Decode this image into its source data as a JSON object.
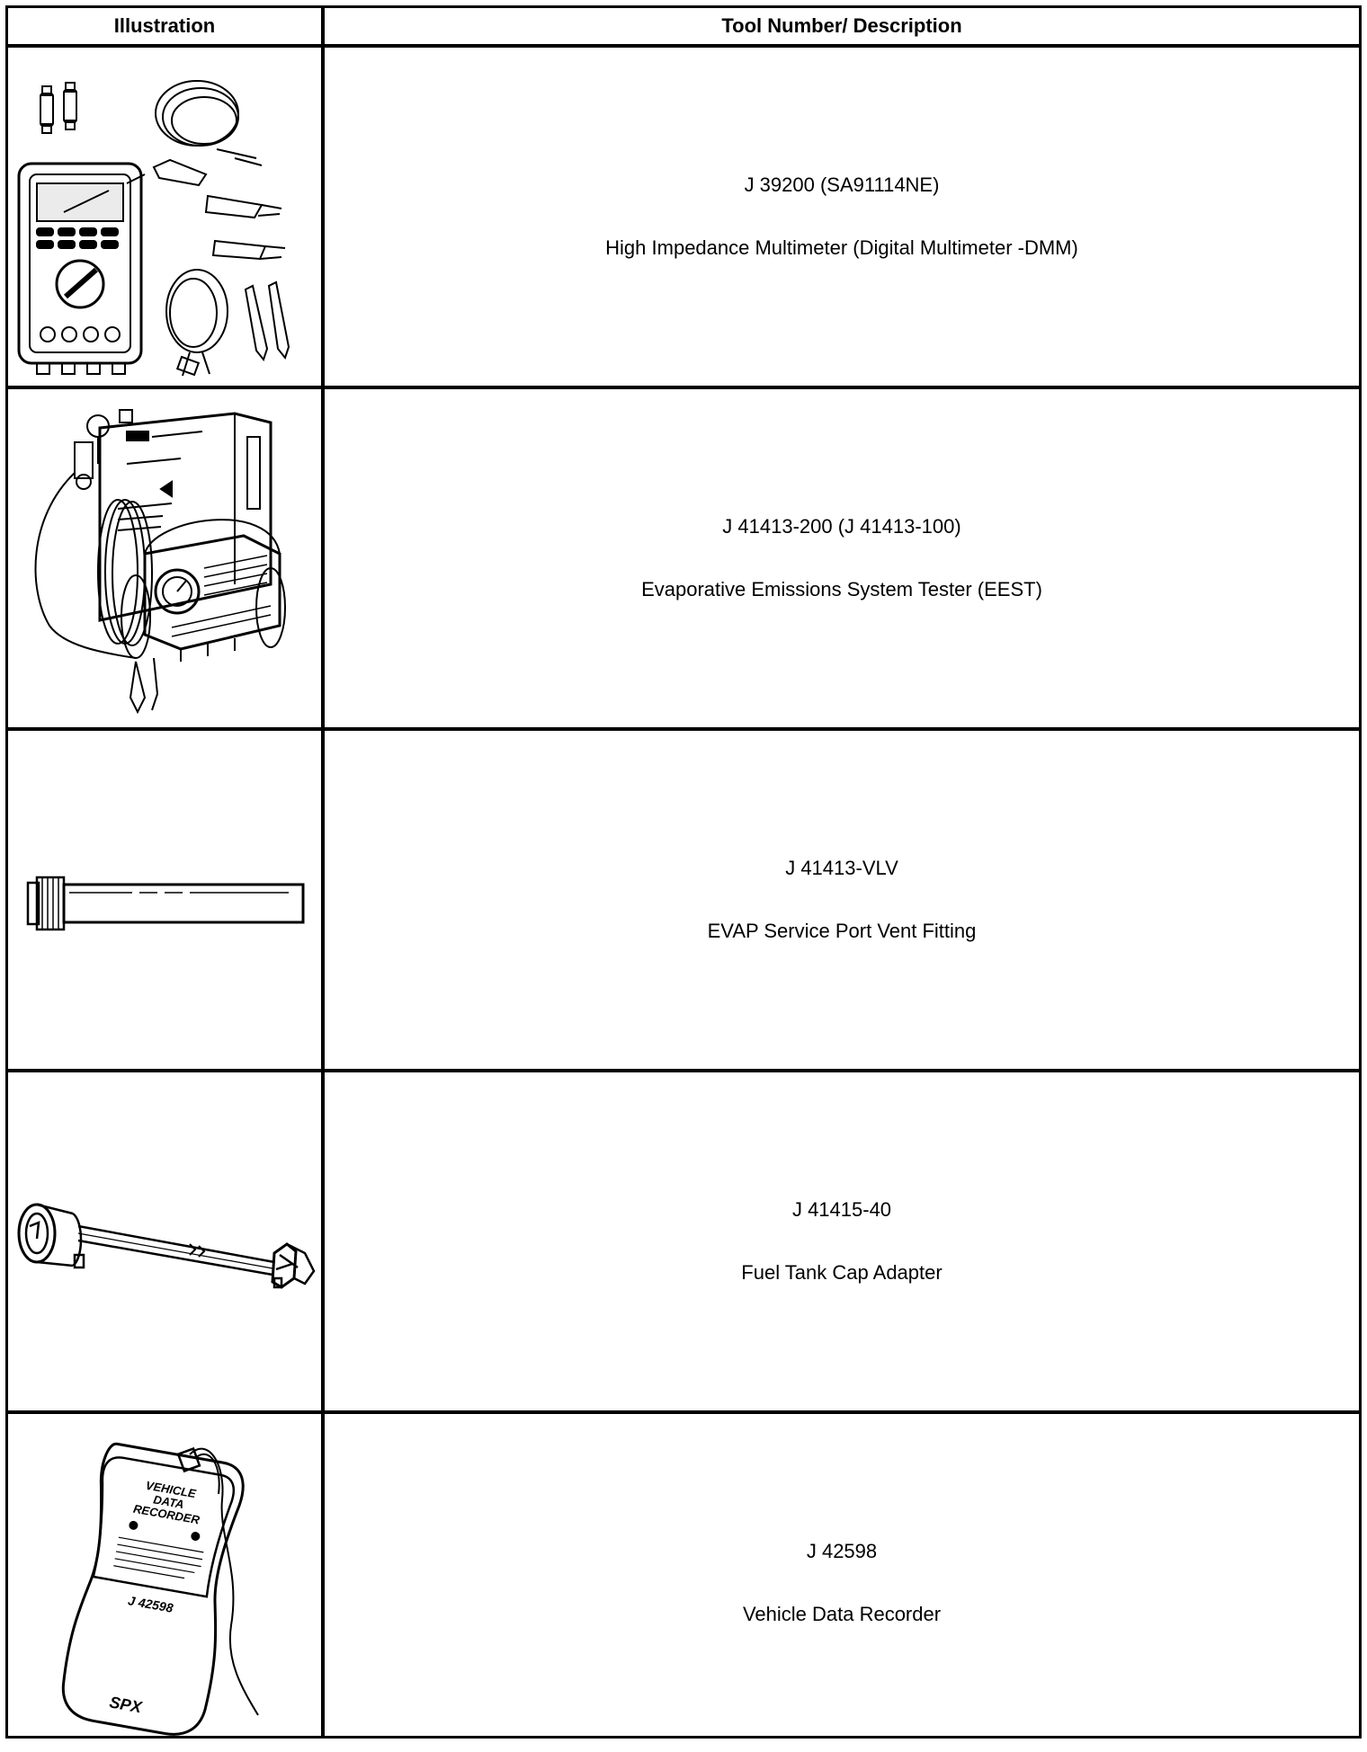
{
  "header": {
    "illustration_label": "Illustration",
    "description_label": "Tool Number/ Description"
  },
  "rows": [
    {
      "tool_number": "J 39200 (SA91114NE)",
      "description": "High Impedance Multimeter (Digital Multimeter -DMM)",
      "icon": "multimeter-icon"
    },
    {
      "tool_number": "J 41413-200 (J 41413-100)",
      "description": "Evaporative Emissions System Tester (EEST)",
      "icon": "evap-tester-icon"
    },
    {
      "tool_number": "J 41413-VLV",
      "description": "EVAP Service Port Vent Fitting",
      "icon": "vent-fitting-icon"
    },
    {
      "tool_number": "J 41415-40",
      "description": "Fuel Tank Cap Adapter",
      "icon": "cap-adapter-icon"
    },
    {
      "tool_number": "J 42598",
      "description": "Vehicle Data Recorder",
      "icon": "data-recorder-icon"
    }
  ],
  "recorder_label": {
    "title": "VEHICLE DATA RECORDER",
    "model": "J 42598",
    "brand": "SPX"
  }
}
